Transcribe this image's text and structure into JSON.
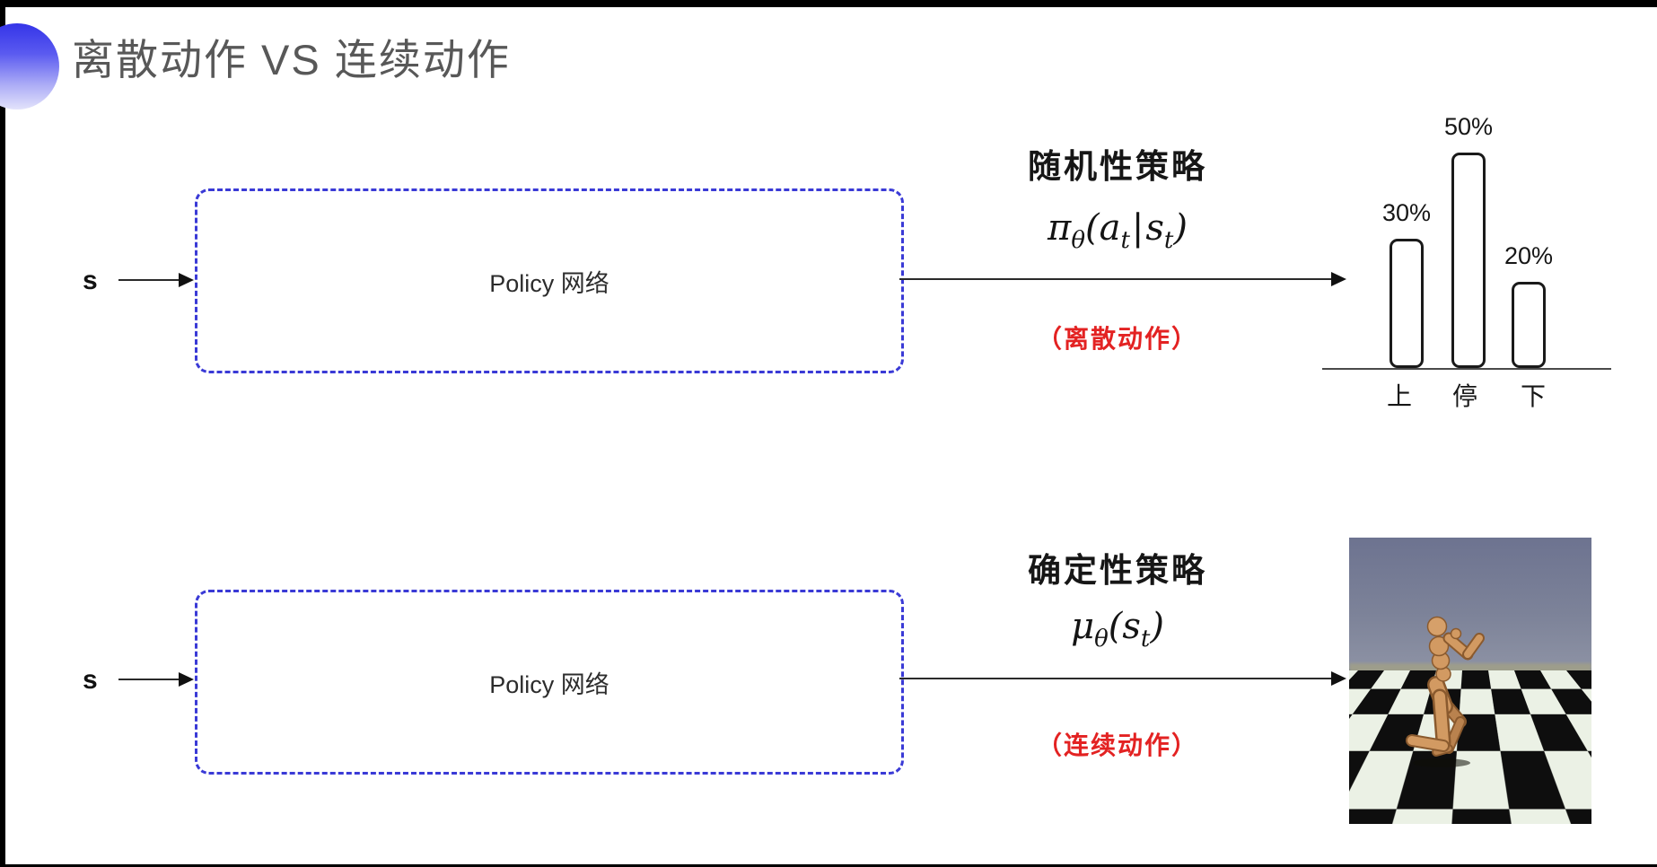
{
  "slide": {
    "title": "离散动作 VS 连续动作"
  },
  "rows": {
    "discrete": {
      "input_label": "s",
      "box_label": "Policy 网络",
      "policy_type": "随机性策略",
      "note": "（离散动作）",
      "formula": {
        "sym": "π",
        "sym_sub": "θ",
        "open": "(",
        "arg1": "a",
        "arg1_sub": "t",
        "pipe": "|",
        "arg2": "s",
        "arg2_sub": "t",
        "close": ")"
      }
    },
    "continuous": {
      "input_label": "s",
      "box_label": "Policy 网络",
      "policy_type": "确定性策略",
      "note": "（连续动作）",
      "formula": {
        "sym": "μ",
        "sym_sub": "θ",
        "open": "(",
        "arg1": "s",
        "arg1_sub": "t",
        "close": ")"
      }
    }
  },
  "chart_data": {
    "type": "bar",
    "categories": [
      "上",
      "停",
      "下"
    ],
    "values": [
      30,
      50,
      20
    ],
    "value_labels": [
      "30%",
      "50%",
      "20%"
    ],
    "ylim": [
      0,
      50
    ],
    "grid": false,
    "legend": false,
    "bar_fill": "#ffffff",
    "bar_border": "#1a1a1a"
  },
  "colors": {
    "box_border_blue": "#3a3ad6",
    "note_red": "#e32222",
    "title_gray": "#585858",
    "deco_blue": "#3434e8",
    "sim_sky": "#6d7390",
    "sim_floor_light": "#ebf1e5",
    "sim_floor_dark": "#0e0e0e",
    "sim_body_tan": "#d29a62"
  }
}
